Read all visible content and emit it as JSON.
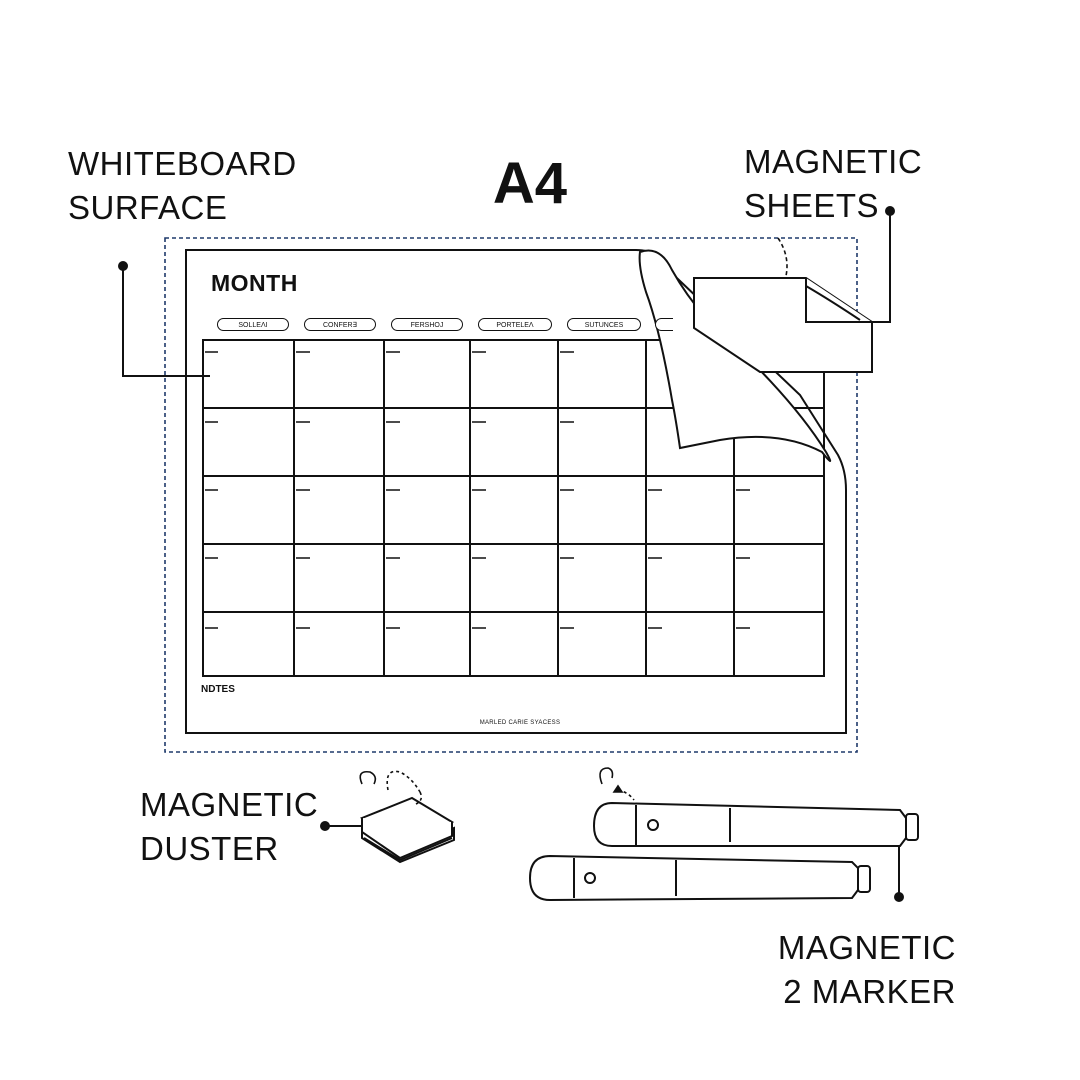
{
  "title": "A4",
  "callouts": {
    "whiteboard_surface": [
      "WHITEBOARD",
      "SURFACE"
    ],
    "magnetic_sheets": [
      "MAGNETIC",
      "SHEETS"
    ],
    "magnetic_duster": [
      "MAGNETIC",
      "DUSTER"
    ],
    "magnetic_marker": [
      "MAGNETIC",
      "2 MARKER"
    ]
  },
  "calendar": {
    "heading": "MONTH",
    "days": [
      "SOLLEΛI",
      "CONFER∃",
      "FERSHOJ",
      "PORTELEΛ",
      "SUTUNCES"
    ],
    "notes_label": "NDTES",
    "footer": "MARLED CARIE SYACESS"
  },
  "colors": {
    "frame": "#1f3a6b",
    "ink": "#111111"
  }
}
